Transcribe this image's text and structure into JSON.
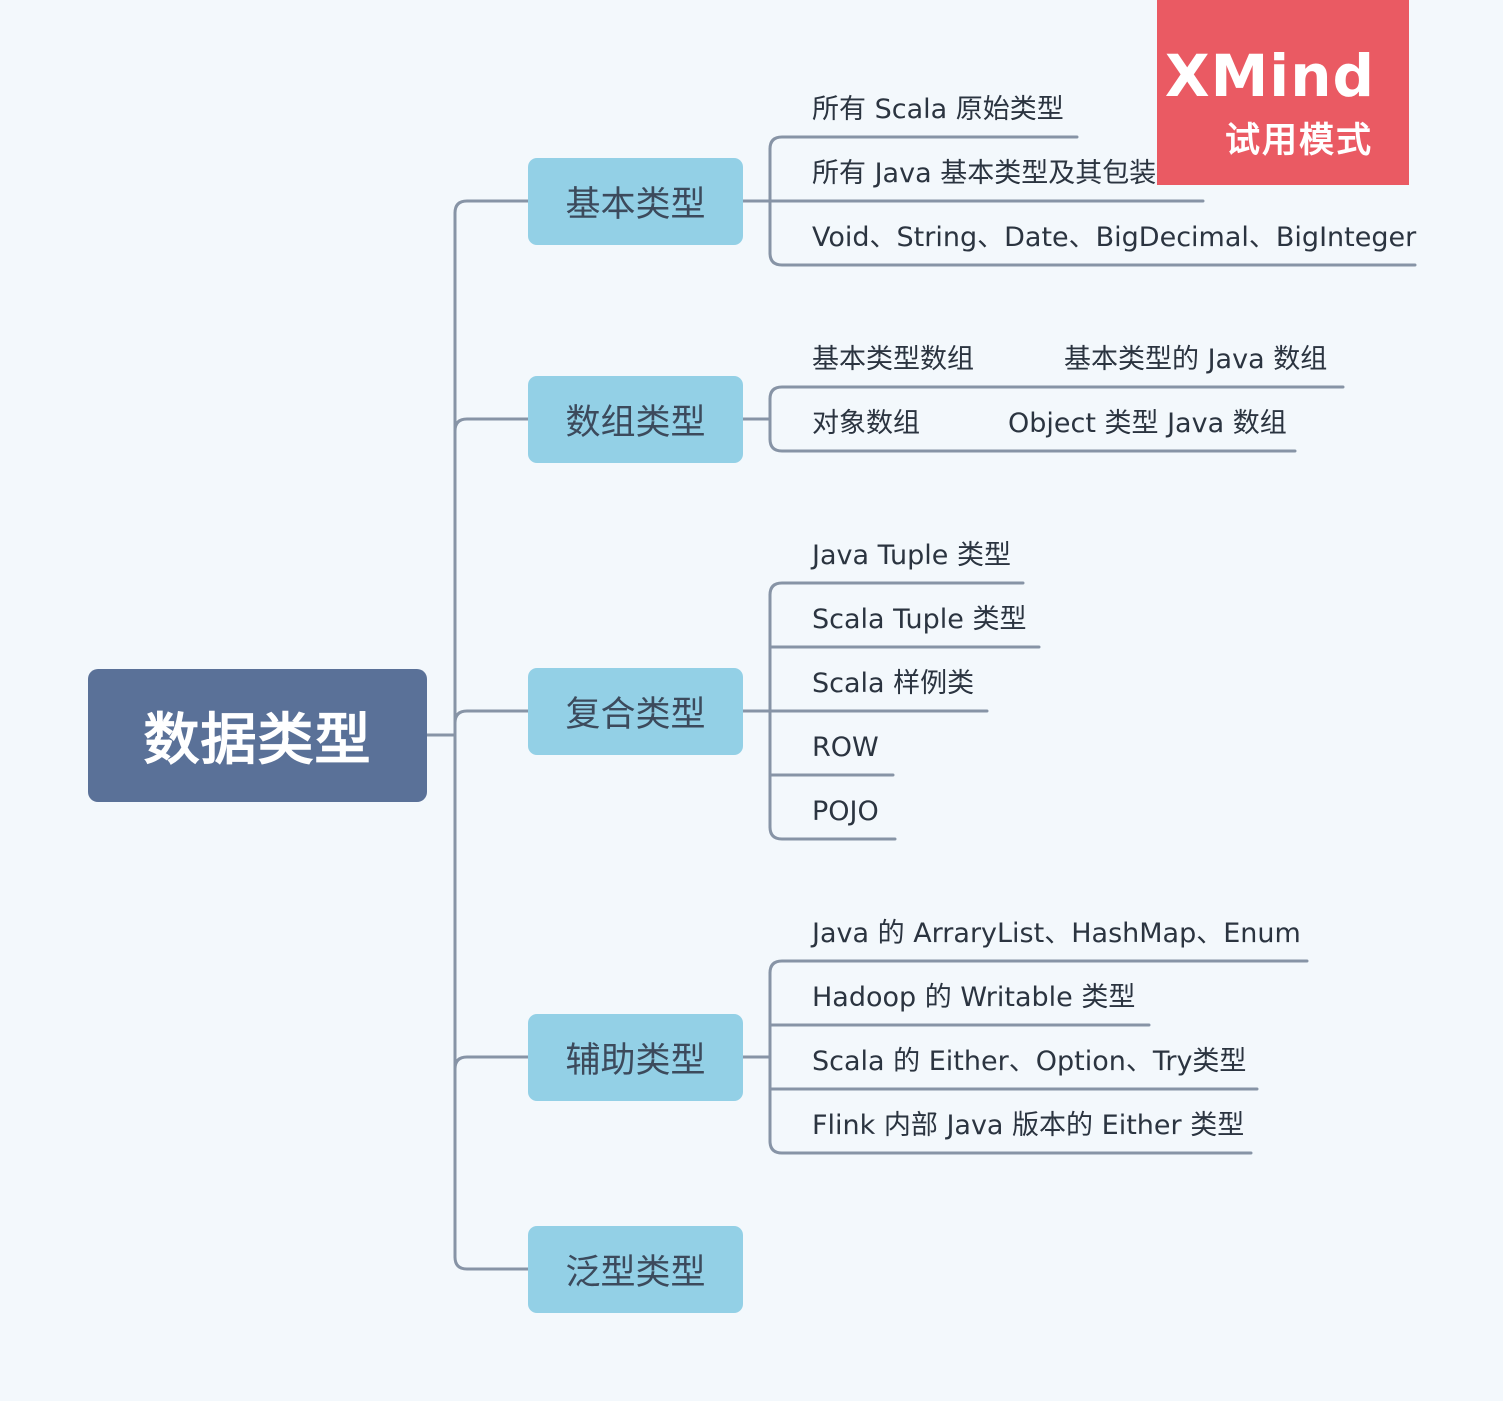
{
  "watermark": {
    "logo": "XMind",
    "mode": "试用模式"
  },
  "root": {
    "label": "数据类型"
  },
  "categories": [
    {
      "label": "基本类型",
      "children": [
        {
          "label": "所有 Scala 原始类型"
        },
        {
          "label": "所有 Java 基本类型及其包装类"
        },
        {
          "label": "Void、String、Date、BigDecimal、BigInteger"
        }
      ]
    },
    {
      "label": "数组类型",
      "children": [
        {
          "label": "基本类型数组",
          "child": "基本类型的 Java 数组"
        },
        {
          "label": "对象数组",
          "child": "Object 类型 Java 数组"
        }
      ]
    },
    {
      "label": "复合类型",
      "children": [
        {
          "label": "Java Tuple 类型"
        },
        {
          "label": "Scala Tuple 类型"
        },
        {
          "label": "Scala 样例类"
        },
        {
          "label": "ROW"
        },
        {
          "label": "POJO"
        }
      ]
    },
    {
      "label": "辅助类型",
      "children": [
        {
          "label": "Java 的 ArraryList、HashMap、Enum"
        },
        {
          "label": "Hadoop 的 Writable 类型"
        },
        {
          "label": "Scala 的 Either、Option、Try类型"
        },
        {
          "label": "Flink 内部 Java 版本的 Either 类型"
        }
      ]
    },
    {
      "label": "泛型类型",
      "children": []
    }
  ],
  "colors": {
    "background": "#f3f8fc",
    "root": "#5a7198",
    "category": "#93d0e6",
    "line": "#8794a6",
    "watermark": "#ea5a63"
  }
}
